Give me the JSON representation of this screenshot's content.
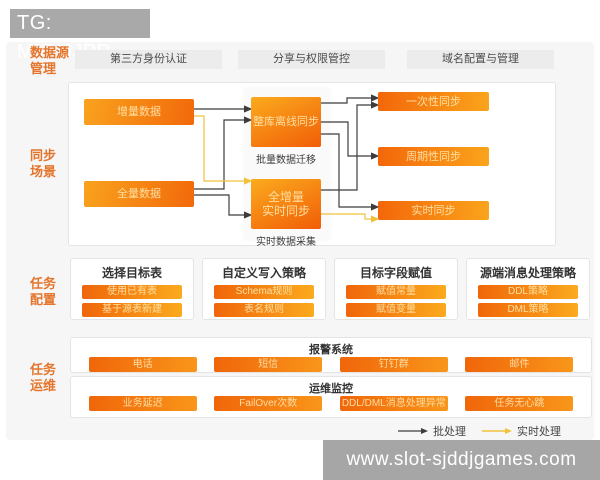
{
  "header": {
    "badge": "TG: MYYJJPP"
  },
  "watermark": "www.slot-sjddjgames.com",
  "sections": {
    "data_source": {
      "label_line1": "数据源",
      "label_line2": "管理",
      "boxes": [
        "第三方身份认证",
        "分享与权限管控",
        "域名配置与管理"
      ]
    },
    "sync": {
      "label_line1": "同步",
      "label_line2": "场景",
      "nodes": {
        "incremental": "增量数据",
        "full": "全量数据",
        "offline": "整库离线同步",
        "offline_caption": "批量数据迁移",
        "realtime_line1": "全增量",
        "realtime_line2": "实时同步",
        "realtime_caption": "实时数据采集",
        "once": "一次性同步",
        "periodic": "周期性同步",
        "realtime_sync": "实时同步"
      },
      "edges": [
        {
          "from": "增量数据",
          "to": "整库离线同步",
          "type": "批处理"
        },
        {
          "from": "增量数据",
          "to": "全增量实时同步",
          "type": "实时处理"
        },
        {
          "from": "全量数据",
          "to": "整库离线同步",
          "type": "批处理"
        },
        {
          "from": "全量数据",
          "to": "全增量实时同步",
          "type": "批处理"
        },
        {
          "from": "整库离线同步",
          "to": "一次性同步",
          "type": "批处理"
        },
        {
          "from": "整库离线同步",
          "to": "周期性同步",
          "type": "批处理"
        },
        {
          "from": "整库离线同步",
          "to": "实时同步",
          "type": "批处理"
        },
        {
          "from": "全增量实时同步",
          "to": "一次性同步",
          "type": "批处理"
        },
        {
          "from": "全增量实时同步",
          "to": "实时同步",
          "type": "实时处理"
        }
      ]
    },
    "task_config": {
      "label_line1": "任务",
      "label_line2": "配置",
      "columns": [
        {
          "header": "选择目标表",
          "items": [
            "使用已有表",
            "基于源表新建"
          ]
        },
        {
          "header": "自定义写入策略",
          "items": [
            "Schema规则",
            "表名规则"
          ]
        },
        {
          "header": "目标字段赋值",
          "items": [
            "赋值常量",
            "赋值变量"
          ]
        },
        {
          "header": "源端消息处理策略",
          "items": [
            "DDL策略",
            "DML策略"
          ]
        }
      ]
    },
    "task_ops": {
      "label_line1": "任务",
      "label_line2": "运维",
      "groups": [
        {
          "title": "报警系统",
          "items": [
            "电话",
            "短信",
            "钉钉群",
            "邮件"
          ]
        },
        {
          "title": "运维监控",
          "items": [
            "业务延迟",
            "FailOver次数",
            "DDL/DML消息处理异常",
            "任务无心跳"
          ]
        }
      ]
    }
  },
  "legend": {
    "batch": "批处理",
    "realtime": "实时处理"
  },
  "colors": {
    "accent_orange": "#e5752b",
    "node_gradient_start": "#fbab1e",
    "node_gradient_end": "#f15d07",
    "gray_box": "#ececec",
    "badge_gray": "#a9a9a9",
    "batch_line": "#3c3c3c",
    "realtime_line": "#f0c23c"
  }
}
